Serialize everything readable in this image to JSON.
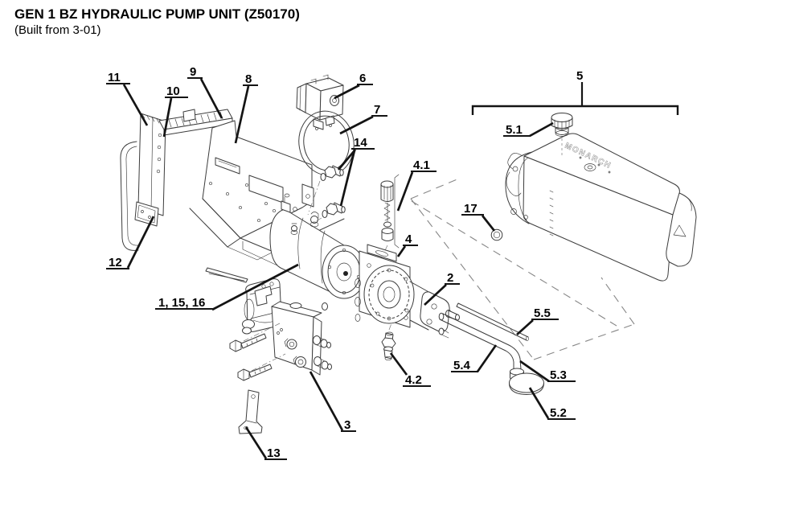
{
  "page": {
    "title": "GEN 1 BZ HYDRAULIC PUMP UNIT (Z50170)",
    "subtitle": "(Built from 3-01)"
  },
  "diagram": {
    "tank": {
      "embossed_text": "MONARCH"
    },
    "callouts": [
      {
        "label": "11"
      },
      {
        "label": "10"
      },
      {
        "label": "9"
      },
      {
        "label": "8"
      },
      {
        "label": "6"
      },
      {
        "label": "7"
      },
      {
        "label": "14"
      },
      {
        "label": "4.1"
      },
      {
        "label": "5"
      },
      {
        "label": "5.1"
      },
      {
        "label": "17"
      },
      {
        "label": "4"
      },
      {
        "label": "2"
      },
      {
        "label": "1, 15, 16"
      },
      {
        "label": "12"
      },
      {
        "label": "4.2"
      },
      {
        "label": "3"
      },
      {
        "label": "13"
      },
      {
        "label": "5.5"
      },
      {
        "label": "5.4"
      },
      {
        "label": "5.3"
      },
      {
        "label": "5.2"
      }
    ]
  }
}
